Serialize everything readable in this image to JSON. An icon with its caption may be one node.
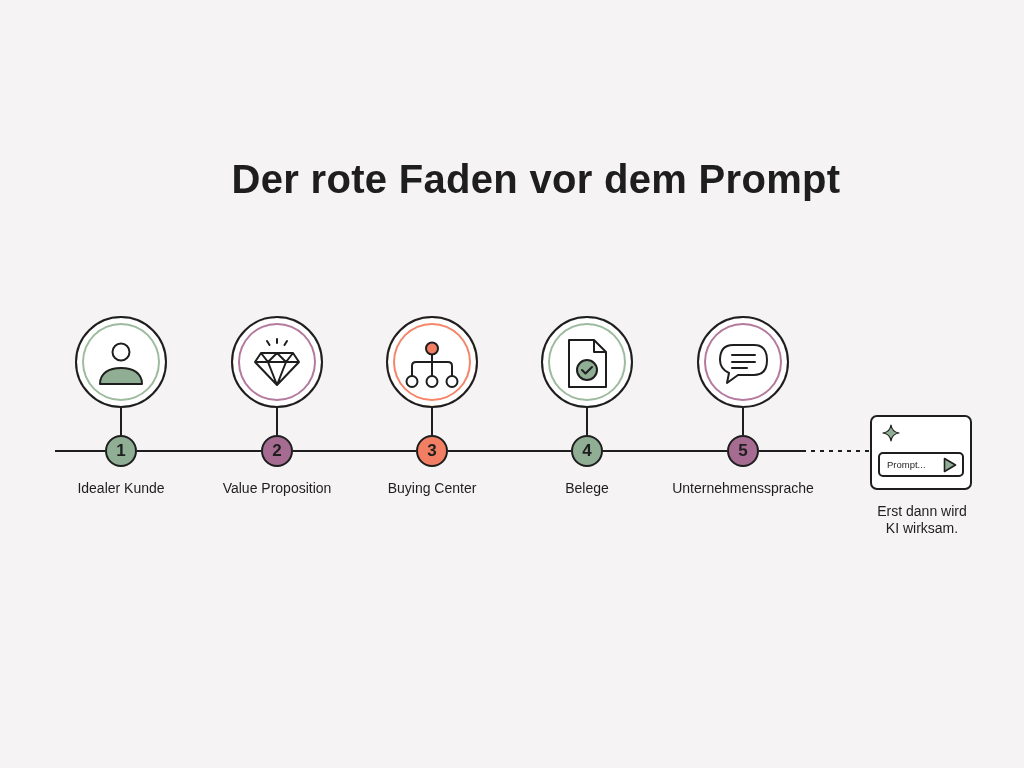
{
  "diagram": {
    "title": "Der rote Faden vor dem Prompt",
    "nodes": [
      {
        "text": [],
        "shape": "circle"
      },
      {
        "text": [],
        "shape": "circle"
      },
      {
        "text": [],
        "shape": "circle"
      },
      {
        "text": [],
        "shape": "circle"
      },
      {
        "text": [],
        "shape": "circle"
      },
      {
        "text": [
          "1"
        ],
        "beside": [
          "Idealer Kunde"
        ]
      },
      {
        "text": [
          "2"
        ],
        "beside": [
          "Value Proposition"
        ]
      },
      {
        "text": [
          "3"
        ],
        "beside": [
          "Buying Center"
        ]
      },
      {
        "text": [
          "4"
        ],
        "beside": [
          "Belege"
        ]
      },
      {
        "text": [
          "5"
        ],
        "beside": [
          "Unternehmenssprache"
        ]
      },
      {
        "text": [],
        "shape": "box",
        "beside": [
          "Erst dann wird KI wirksam."
        ]
      },
      {
        "text": [
          "Prompt..."
        ],
        "in": 10
      }
    ],
    "edges": [
      {
        "from": null,
        "to": 5,
        "arrow": "none"
      },
      {
        "from": 5,
        "to": 6,
        "arrow": "none"
      },
      {
        "from": 6,
        "to": 7,
        "arrow": "none"
      },
      {
        "from": 7,
        "to": 8,
        "arrow": "none"
      },
      {
        "from": 8,
        "to": 9,
        "arrow": "none"
      },
      {
        "from": 9,
        "to": 10,
        "arrow": "none",
        "style": "dashed"
      },
      {
        "from": 0,
        "to": 5,
        "arrow": "none"
      },
      {
        "from": 1,
        "to": 6,
        "arrow": "none"
      },
      {
        "from": 2,
        "to": 7,
        "arrow": "none"
      },
      {
        "from": 3,
        "to": 8,
        "arrow": "none"
      },
      {
        "from": 4,
        "to": 9,
        "arrow": "none"
      }
    ]
  }
}
